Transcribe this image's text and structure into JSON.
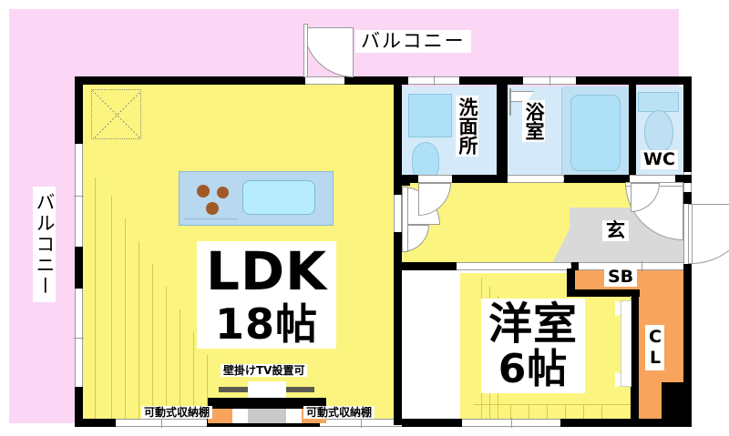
{
  "plan": {
    "type": "japanese-apartment-floor-plan",
    "layout_name": "1LDK",
    "colors": {
      "balcony": "#fbd6f5",
      "living_floor": "#fbf57f",
      "wet_area": "#bfdff2",
      "entrance": "#d9d9d9",
      "closet": "#f8a45c",
      "wall": "#000000",
      "fixture_blue": "#aee1f7",
      "burner": "#a05a28"
    }
  },
  "rooms": {
    "ldk": {
      "name": "LDK",
      "size": "18帖"
    },
    "bedroom": {
      "name": "洋室",
      "size": "6帖"
    },
    "washroom": {
      "name": "洗面所"
    },
    "bathroom": {
      "name": "浴室"
    },
    "toilet": {
      "name": "WC"
    },
    "entrance": {
      "name": "玄"
    },
    "shoebox": {
      "name": "SB"
    },
    "closet": {
      "name": "CL"
    }
  },
  "balconies": {
    "top": "バルコニー",
    "left": "バルコニー"
  },
  "annotations": {
    "tv_mount": "壁掛けTV設置可",
    "storage_left": "可動式収納棚",
    "storage_right": "可動式収納棚"
  }
}
